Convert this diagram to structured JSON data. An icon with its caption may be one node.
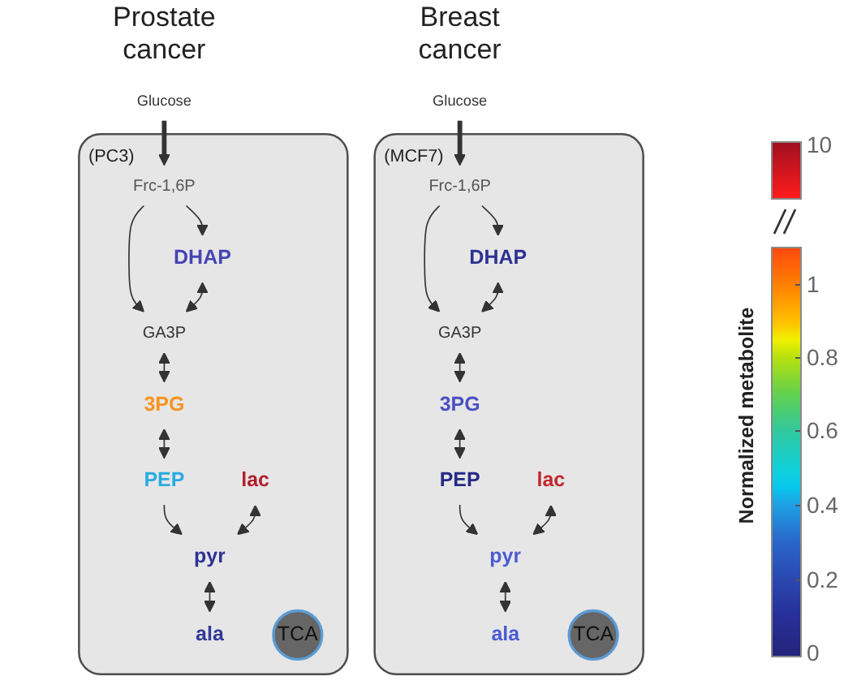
{
  "diagram": {
    "nodes": [
      {
        "text": [
          "(PC3)"
        ]
      },
      {
        "text": [
          "Glucose"
        ]
      },
      {
        "text": [
          "Frc-1,6P"
        ],
        "in": 0
      },
      {
        "text": [
          "DHAP"
        ],
        "in": 0
      },
      {
        "text": [
          "GA3P"
        ],
        "in": 0
      },
      {
        "text": [
          "3PG"
        ],
        "in": 0
      },
      {
        "text": [
          "PEP"
        ],
        "in": 0
      },
      {
        "text": [
          "lac"
        ],
        "in": 0
      },
      {
        "text": [
          "pyr"
        ],
        "in": 0
      },
      {
        "text": [
          "ala"
        ],
        "in": 0
      },
      {
        "text": [
          "TCA"
        ],
        "in": 0
      },
      {
        "text": [
          "(MCF7)"
        ]
      },
      {
        "text": [
          "Glucose"
        ]
      },
      {
        "text": [
          "Frc-1,6P"
        ],
        "in": 11
      },
      {
        "text": [
          "DHAP"
        ],
        "in": 11
      },
      {
        "text": [
          "GA3P"
        ],
        "in": 11
      },
      {
        "text": [
          "3PG"
        ],
        "in": 11
      },
      {
        "text": [
          "PEP"
        ],
        "in": 11
      },
      {
        "text": [
          "lac"
        ],
        "in": 11
      },
      {
        "text": [
          "pyr"
        ],
        "in": 11
      },
      {
        "text": [
          "ala"
        ],
        "in": 11
      },
      {
        "text": [
          "TCA"
        ],
        "in": 11
      }
    ],
    "edges": [
      {
        "from": 1,
        "to": 2,
        "arrow": "to",
        "style": "thick"
      },
      {
        "from": 2,
        "to": 3,
        "arrow": "to"
      },
      {
        "from": 2,
        "to": 4,
        "arrow": "to"
      },
      {
        "from": 3,
        "to": 4,
        "arrow": "both"
      },
      {
        "from": 4,
        "to": 5,
        "arrow": "both"
      },
      {
        "from": 5,
        "to": 6,
        "arrow": "both"
      },
      {
        "from": 6,
        "to": 8,
        "arrow": "to"
      },
      {
        "from": 7,
        "to": 8,
        "arrow": "both"
      },
      {
        "from": 8,
        "to": 9,
        "arrow": "both"
      },
      {
        "from": 12,
        "to": 13,
        "arrow": "to",
        "style": "thick"
      },
      {
        "from": 13,
        "to": 14,
        "arrow": "to"
      },
      {
        "from": 13,
        "to": 15,
        "arrow": "to"
      },
      {
        "from": 14,
        "to": 15,
        "arrow": "both"
      },
      {
        "from": 15,
        "to": 16,
        "arrow": "both"
      },
      {
        "from": 16,
        "to": 17,
        "arrow": "both"
      },
      {
        "from": 17,
        "to": 19,
        "arrow": "to"
      },
      {
        "from": 18,
        "to": 19,
        "arrow": "both"
      },
      {
        "from": 19,
        "to": 20,
        "arrow": "both"
      }
    ],
    "labels": [
      "Prostate cancer",
      "Breast cancer",
      "Normalized metabolite",
      "10",
      "1",
      "0.8",
      "0.6",
      "0.4",
      "0.2",
      "0"
    ]
  }
}
